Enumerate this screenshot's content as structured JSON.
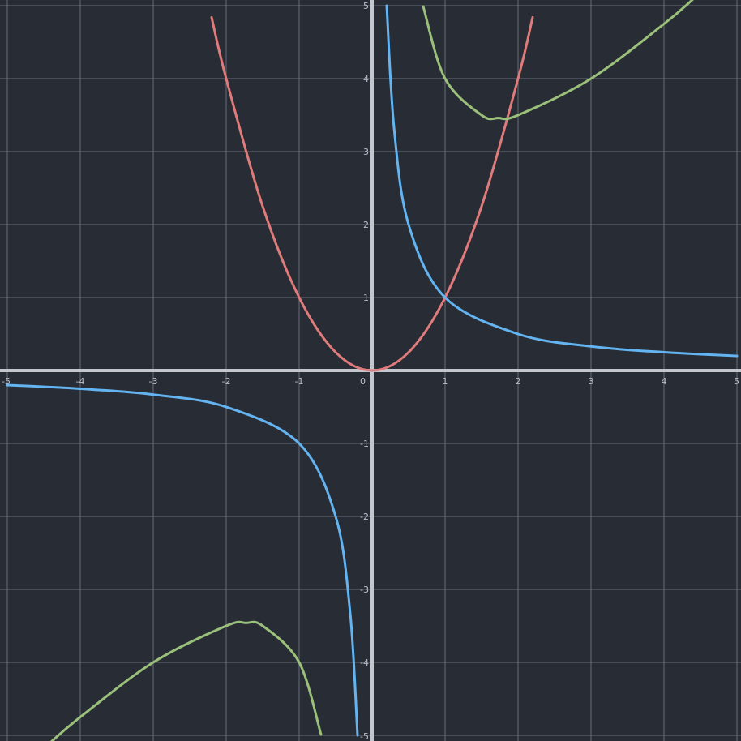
{
  "chart_data": {
    "type": "line",
    "title": "",
    "xlabel": "",
    "ylabel": "",
    "xlim": [
      -5,
      5
    ],
    "ylim": [
      -5,
      5
    ],
    "grid": true,
    "x_ticks": [
      "-5",
      "-4",
      "-3",
      "-2",
      "-1",
      "0",
      "1",
      "2",
      "3",
      "4",
      "5"
    ],
    "y_ticks": [
      "5",
      "4",
      "3",
      "2",
      "1",
      "-1",
      "-2",
      "-3",
      "-4",
      "-5"
    ],
    "colors": {
      "background": "#282c35",
      "grid": "#7d828d",
      "axis": "#c3c6cc",
      "series_1": "#e07b7b",
      "series_2": "#63b4f0",
      "series_3": "#9bc07a"
    },
    "series": [
      {
        "color": "#e07b7b",
        "x": [
          -2.2,
          -2,
          -1.5,
          -1,
          -0.5,
          0,
          0.5,
          1,
          1.5,
          2,
          2.2
        ],
        "y": [
          4.84,
          4,
          2.25,
          1,
          0.25,
          0,
          0.25,
          1,
          2.25,
          4,
          4.84
        ]
      },
      {
        "color": "#63b4f0",
        "x": [
          -5,
          -4,
          -3,
          -2,
          -1,
          -0.5,
          -0.3,
          -0.2,
          0.2,
          0.3,
          0.5,
          1,
          2,
          3,
          4,
          5
        ],
        "y": [
          -0.2,
          -0.25,
          -0.33,
          -0.5,
          -1,
          -2,
          -3.33,
          -5,
          5,
          3.33,
          2,
          1,
          0.5,
          0.33,
          0.25,
          0.2
        ]
      },
      {
        "color": "#9bc07a",
        "x": [
          -4.4,
          -4,
          -3,
          -2,
          -1.73,
          -1.5,
          -1,
          -0.7,
          0.7,
          1,
          1.5,
          1.73,
          2,
          3,
          4,
          4.4
        ],
        "y": [
          -5.09,
          -4.75,
          -4,
          -3.5,
          -3.46,
          -3.5,
          -4,
          -4.99,
          4.99,
          4,
          3.5,
          3.46,
          3.5,
          4,
          4.75,
          5.09
        ]
      }
    ]
  }
}
